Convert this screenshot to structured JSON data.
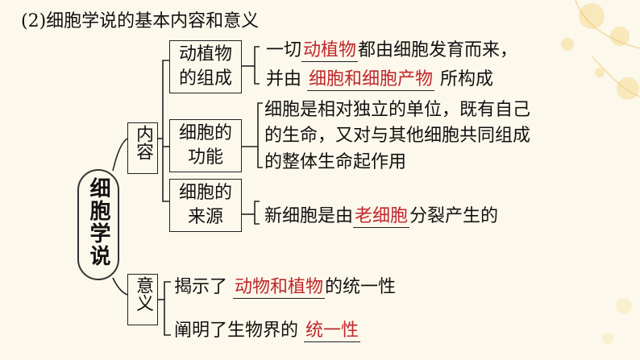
{
  "title": "(2)细胞学说的基本内容和意义",
  "root": "细胞学说",
  "branches": {
    "content": "内容",
    "meaning": "意义"
  },
  "content_items": {
    "composition": {
      "label_line1": "动植物",
      "label_line2": "的组成",
      "line1_pre": "一切",
      "line1_ans": "动植物",
      "line1_post": "都由细胞发育而来，",
      "line2_pre": "并由",
      "line2_ans": "细胞和细胞产物",
      "line2_post": "所构成"
    },
    "function": {
      "label_line1": "细胞的",
      "label_line2": "功能",
      "line1": "细胞是相对独立的单位，既有自己",
      "line2": "的生命，又对与其他细胞共同组成",
      "line3": "的整体生命起作用"
    },
    "origin": {
      "label_line1": "细胞的",
      "label_line2": "来源",
      "pre": "新细胞是由",
      "ans": "老细胞",
      "post": "分裂产生的"
    }
  },
  "meaning_items": {
    "reveal": {
      "pre": "揭示了",
      "ans": "动物和植物",
      "post": "的统一性"
    },
    "clarify": {
      "pre": "阐明了生物界的",
      "ans": "统一性"
    }
  },
  "colors": {
    "answer": "#c0262b",
    "background": "#fdf8ec",
    "decoration": "#f2d27a"
  }
}
